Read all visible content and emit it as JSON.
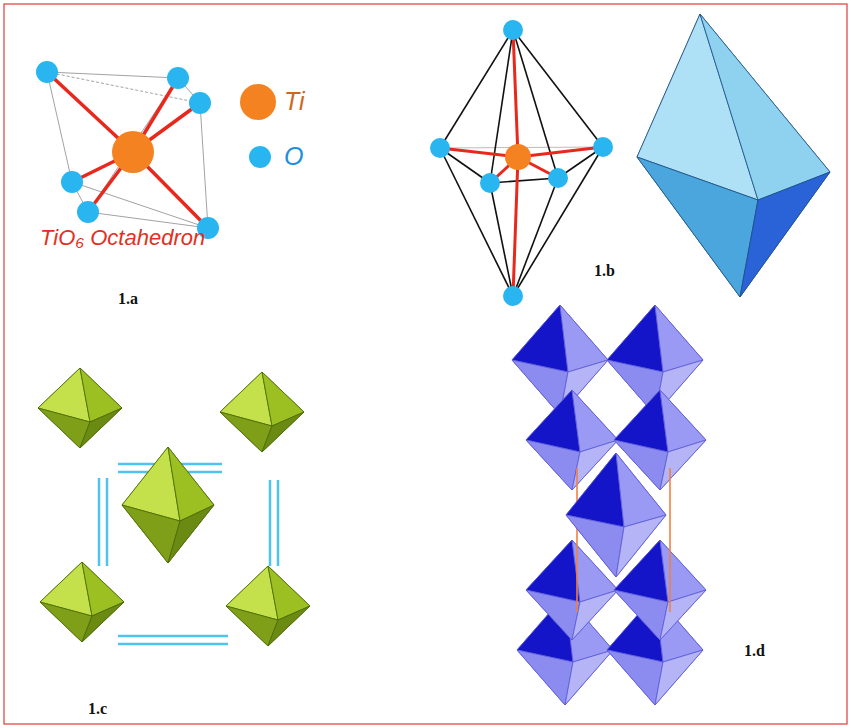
{
  "diagram": {
    "labels": [
      "TiO₆ Octahedron",
      "1.a",
      "1.b",
      "1.c",
      "1.d"
    ],
    "legend": [
      {
        "text": "Ti",
        "color": "#f58220"
      },
      {
        "text": "O",
        "color": "#29b6f0"
      }
    ]
  }
}
